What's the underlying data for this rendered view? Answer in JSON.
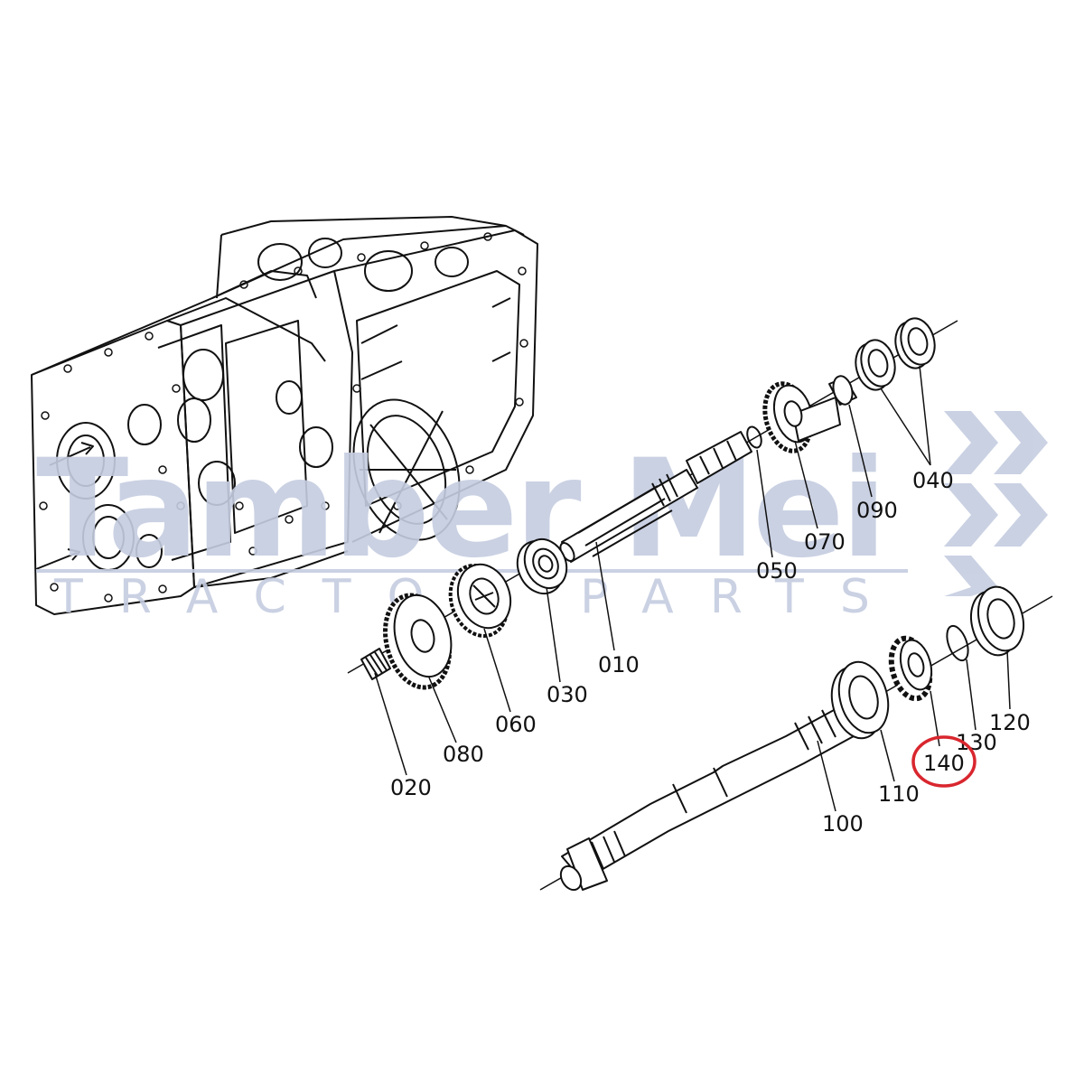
{
  "colors": {
    "line": "#111111",
    "watermark": "#c5cde0",
    "highlight": "#d9262e"
  },
  "watermark": {
    "brand": "Tamber Mei",
    "tagline": "TRACTOR PARTS",
    "icon": "chevron-icon"
  },
  "highlighted_part": "140",
  "parts": [
    {
      "label": "010"
    },
    {
      "label": "020"
    },
    {
      "label": "030"
    },
    {
      "label": "040"
    },
    {
      "label": "050"
    },
    {
      "label": "060"
    },
    {
      "label": "070"
    },
    {
      "label": "080"
    },
    {
      "label": "090"
    },
    {
      "label": "100"
    },
    {
      "label": "110"
    },
    {
      "label": "120"
    },
    {
      "label": "130"
    },
    {
      "label": "140"
    }
  ]
}
